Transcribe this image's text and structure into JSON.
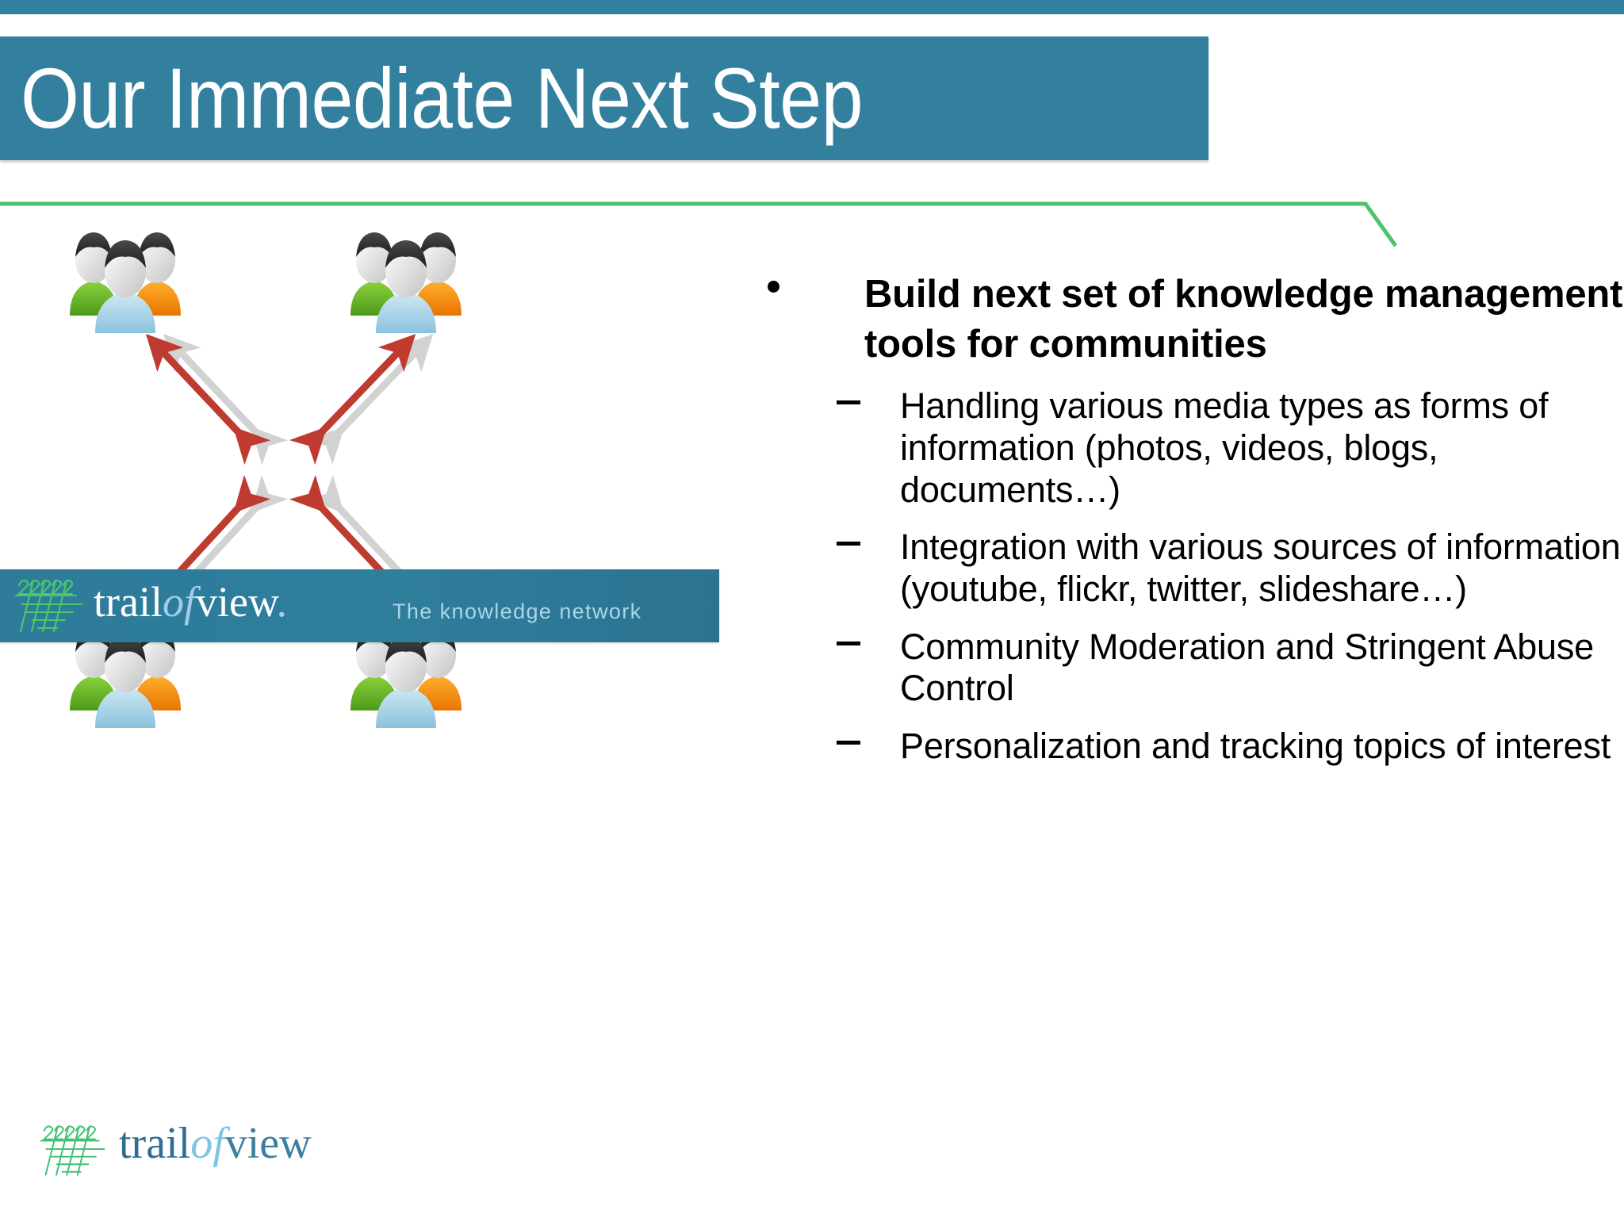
{
  "slide": {
    "title": "Our Immediate Next Step",
    "theme": {
      "teal": "#337f9e",
      "green_rule": "#4cc46c",
      "arrow_red": "#c0392b",
      "arrow_shadow": "#cfcfcf",
      "text_black": "#000000",
      "banner_teal": "#2f7e9c"
    }
  },
  "content": {
    "bullets": [
      {
        "level": 1,
        "text": "Build next set of knowledge management tools for communities"
      },
      {
        "level": 2,
        "text": "Handling various media types as forms of information (photos, videos, blogs, documents…)"
      },
      {
        "level": 2,
        "text": "Integration with various sources of information (youtube, flickr, twitter, slideshare…)"
      },
      {
        "level": 2,
        "text": "Community Moderation and Stringent Abuse Control"
      },
      {
        "level": 2,
        "text": "Personalization and tracking topics of interest"
      }
    ]
  },
  "diagram": {
    "center_banner": {
      "word_trail": "trail",
      "word_of": "of",
      "word_view": "view",
      "word_dot": ".",
      "tagline": "The knowledge network"
    },
    "nodes": [
      {
        "name": "community-top-left",
        "label": "user-group-icon"
      },
      {
        "name": "community-top-right",
        "label": "user-group-icon"
      },
      {
        "name": "community-bottom-left",
        "label": "user-group-icon"
      },
      {
        "name": "community-bottom-right",
        "label": "user-group-icon"
      }
    ],
    "connectors": [
      {
        "name": "connector-top-left",
        "style": "double-arrow"
      },
      {
        "name": "connector-top-right",
        "style": "double-arrow"
      },
      {
        "name": "connector-bottom-left",
        "style": "double-arrow"
      },
      {
        "name": "connector-bottom-right",
        "style": "double-arrow"
      }
    ]
  },
  "footer": {
    "logo": {
      "word_trail": "trail",
      "word_of": "of",
      "word_view": "view"
    }
  }
}
